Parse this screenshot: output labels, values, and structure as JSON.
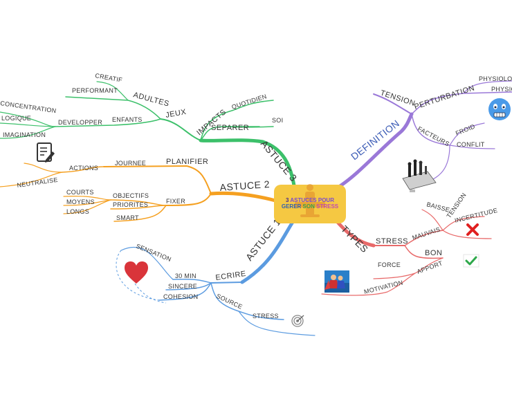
{
  "center": {
    "title_parts": [
      {
        "text": "3 ",
        "color": "#4a2c8a"
      },
      {
        "text": "ASTUCES POUR",
        "color": "#7a4ad0"
      },
      {
        "text": "GERER ",
        "color": "#2f5fb3"
      },
      {
        "text": "SON ",
        "color": "#3aa04a"
      },
      {
        "text": "STRESS",
        "color": "#c04ab0"
      }
    ],
    "bg_color": "#f5c842",
    "icon": "person-at-desk-icon"
  },
  "colors": {
    "astuce3": "#3cc06a",
    "astuce2": "#f5a020",
    "astuce1": "#5b9be0",
    "definition": "#9a78d8",
    "types": "#e86a6a"
  },
  "branches": {
    "astuce3": {
      "label": "ASTUCE 3",
      "jeux": "JEUX",
      "adultes": "ADULTES",
      "creatif": "CREATIF",
      "performant": "PERFORMANT",
      "enfants": "ENFANTS",
      "developper": "DEVELOPPER",
      "concentration": "CONCENTRATION",
      "logique": "LOGIQUE",
      "imagination": "IMAGINATION",
      "impacts": "IMPACTS",
      "quotidien": "QUOTIDIEN",
      "separer": "SEPARER",
      "soi": "SOI"
    },
    "astuce2": {
      "label": "ASTUCE 2",
      "planifier": "PLANIFIER",
      "journee": "JOURNEE",
      "actions": "ACTIONS",
      "neutralise": "NEUTRALISE",
      "fixer": "FIXER",
      "objectifs": "OBJECTIFS",
      "priorites": "PRIORITES",
      "smart": "SMART",
      "courts": "COURTS",
      "moyens": "MOYENS",
      "longs": "LONGS"
    },
    "astuce1": {
      "label": "ASTUCE 1",
      "ecrire": "ECRIRE",
      "min30": "30 MIN",
      "sensation": "SENSATION",
      "sincere": "SINCERE",
      "cohesion": "COHESION",
      "source": "SOURCE",
      "stress": "STRESS"
    },
    "definition": {
      "label": "DEFINITION",
      "tension": "TENSION",
      "perturbation": "PERTURBATION",
      "physiolo": "PHYSIOLO",
      "physic": "PHYSIC",
      "facteurs": "FACTEURS",
      "froid": "FROID",
      "conflit": "CONFLIT"
    },
    "types": {
      "label": "TYPES",
      "stress": "STRESS",
      "mauvais": "MAUVAIS",
      "baisse": "BAISSE",
      "tension": "TENSION",
      "incertitude": "INCERTITUDE",
      "bon": "BON",
      "apport": "APPORT",
      "force": "FORCE",
      "motivation": "MOTIVATION"
    }
  },
  "icons": {
    "notes": "notepad-pencil-icon",
    "heart": "heart-icon",
    "target": "target-icon",
    "emoji": "cold-face-emoji-icon",
    "chess": "chess-board-image",
    "cross": "red-cross-icon",
    "check": "green-check-icon",
    "hero": "superhero-image"
  }
}
